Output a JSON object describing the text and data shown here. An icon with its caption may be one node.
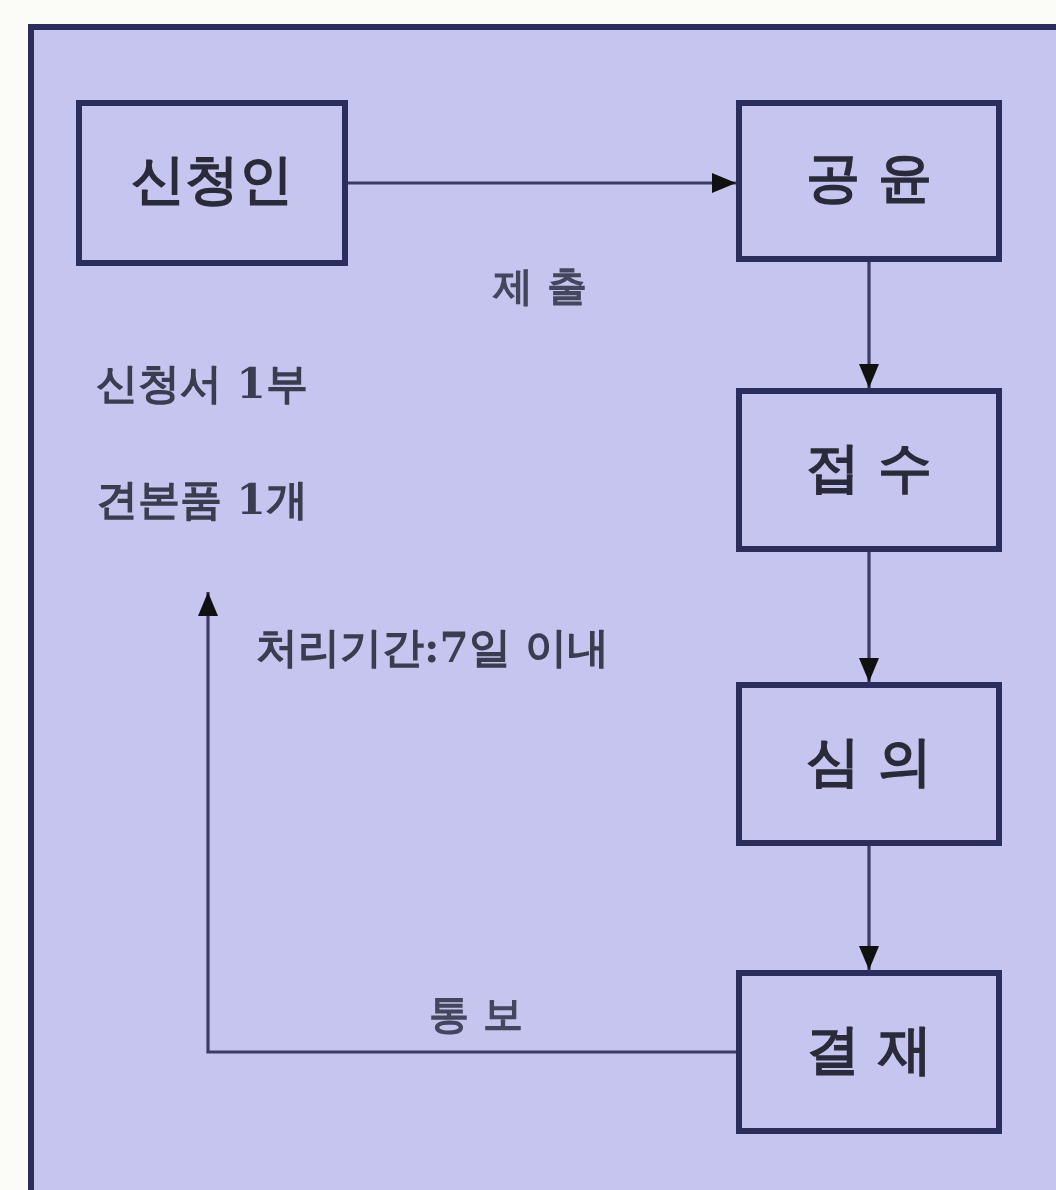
{
  "diagram": {
    "nodes": [
      {
        "text": [
          "신청인"
        ]
      },
      {
        "text": [
          "공 윤"
        ]
      },
      {
        "text": [
          "접 수"
        ]
      },
      {
        "text": [
          "심 의"
        ]
      },
      {
        "text": [
          "결 재"
        ]
      }
    ],
    "edges": [
      {
        "from": 0,
        "to": 1,
        "arrow": "to",
        "label": "제 출"
      },
      {
        "from": 1,
        "to": 2,
        "arrow": "to"
      },
      {
        "from": 2,
        "to": 3,
        "arrow": "to"
      },
      {
        "from": 3,
        "to": 4,
        "arrow": "to"
      },
      {
        "from": 4,
        "to": null,
        "arrow": "to",
        "label": "통 보"
      }
    ],
    "labels": [
      "신청서 1부",
      "견본품 1개",
      "처리기간:7일 이내"
    ]
  }
}
